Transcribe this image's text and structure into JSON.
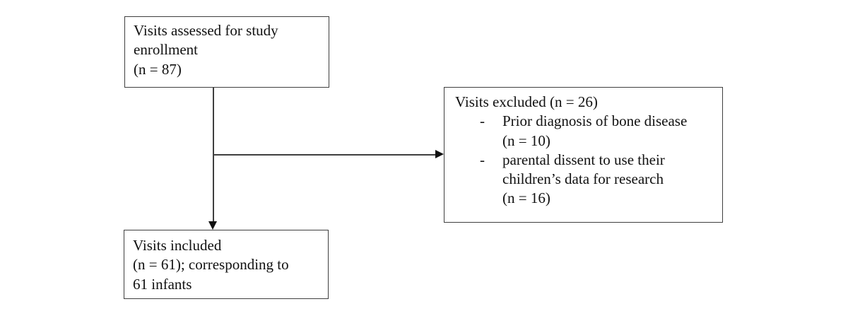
{
  "figure": {
    "type": "flow-diagram",
    "background": "#ffffff",
    "colors": {
      "box_border": "#3f3f3f",
      "connector_line": "#3f3f3f",
      "arrowhead": "#111111",
      "text": "#111111"
    },
    "boxes": {
      "assessed": {
        "text": "Visits assessed for study\nenrollment\n(n = 87)"
      },
      "excluded": {
        "title": "Visits excluded (n = 26)",
        "items": [
          {
            "bullet": "-",
            "text": "Prior diagnosis of bone disease\n(n = 10)"
          },
          {
            "bullet": "-",
            "text": "parental dissent to use their\nchildren’s data for research\n(n = 16)"
          }
        ]
      },
      "included": {
        "text": "Visits included\n(n = 61); corresponding to\n61 infants"
      }
    }
  }
}
